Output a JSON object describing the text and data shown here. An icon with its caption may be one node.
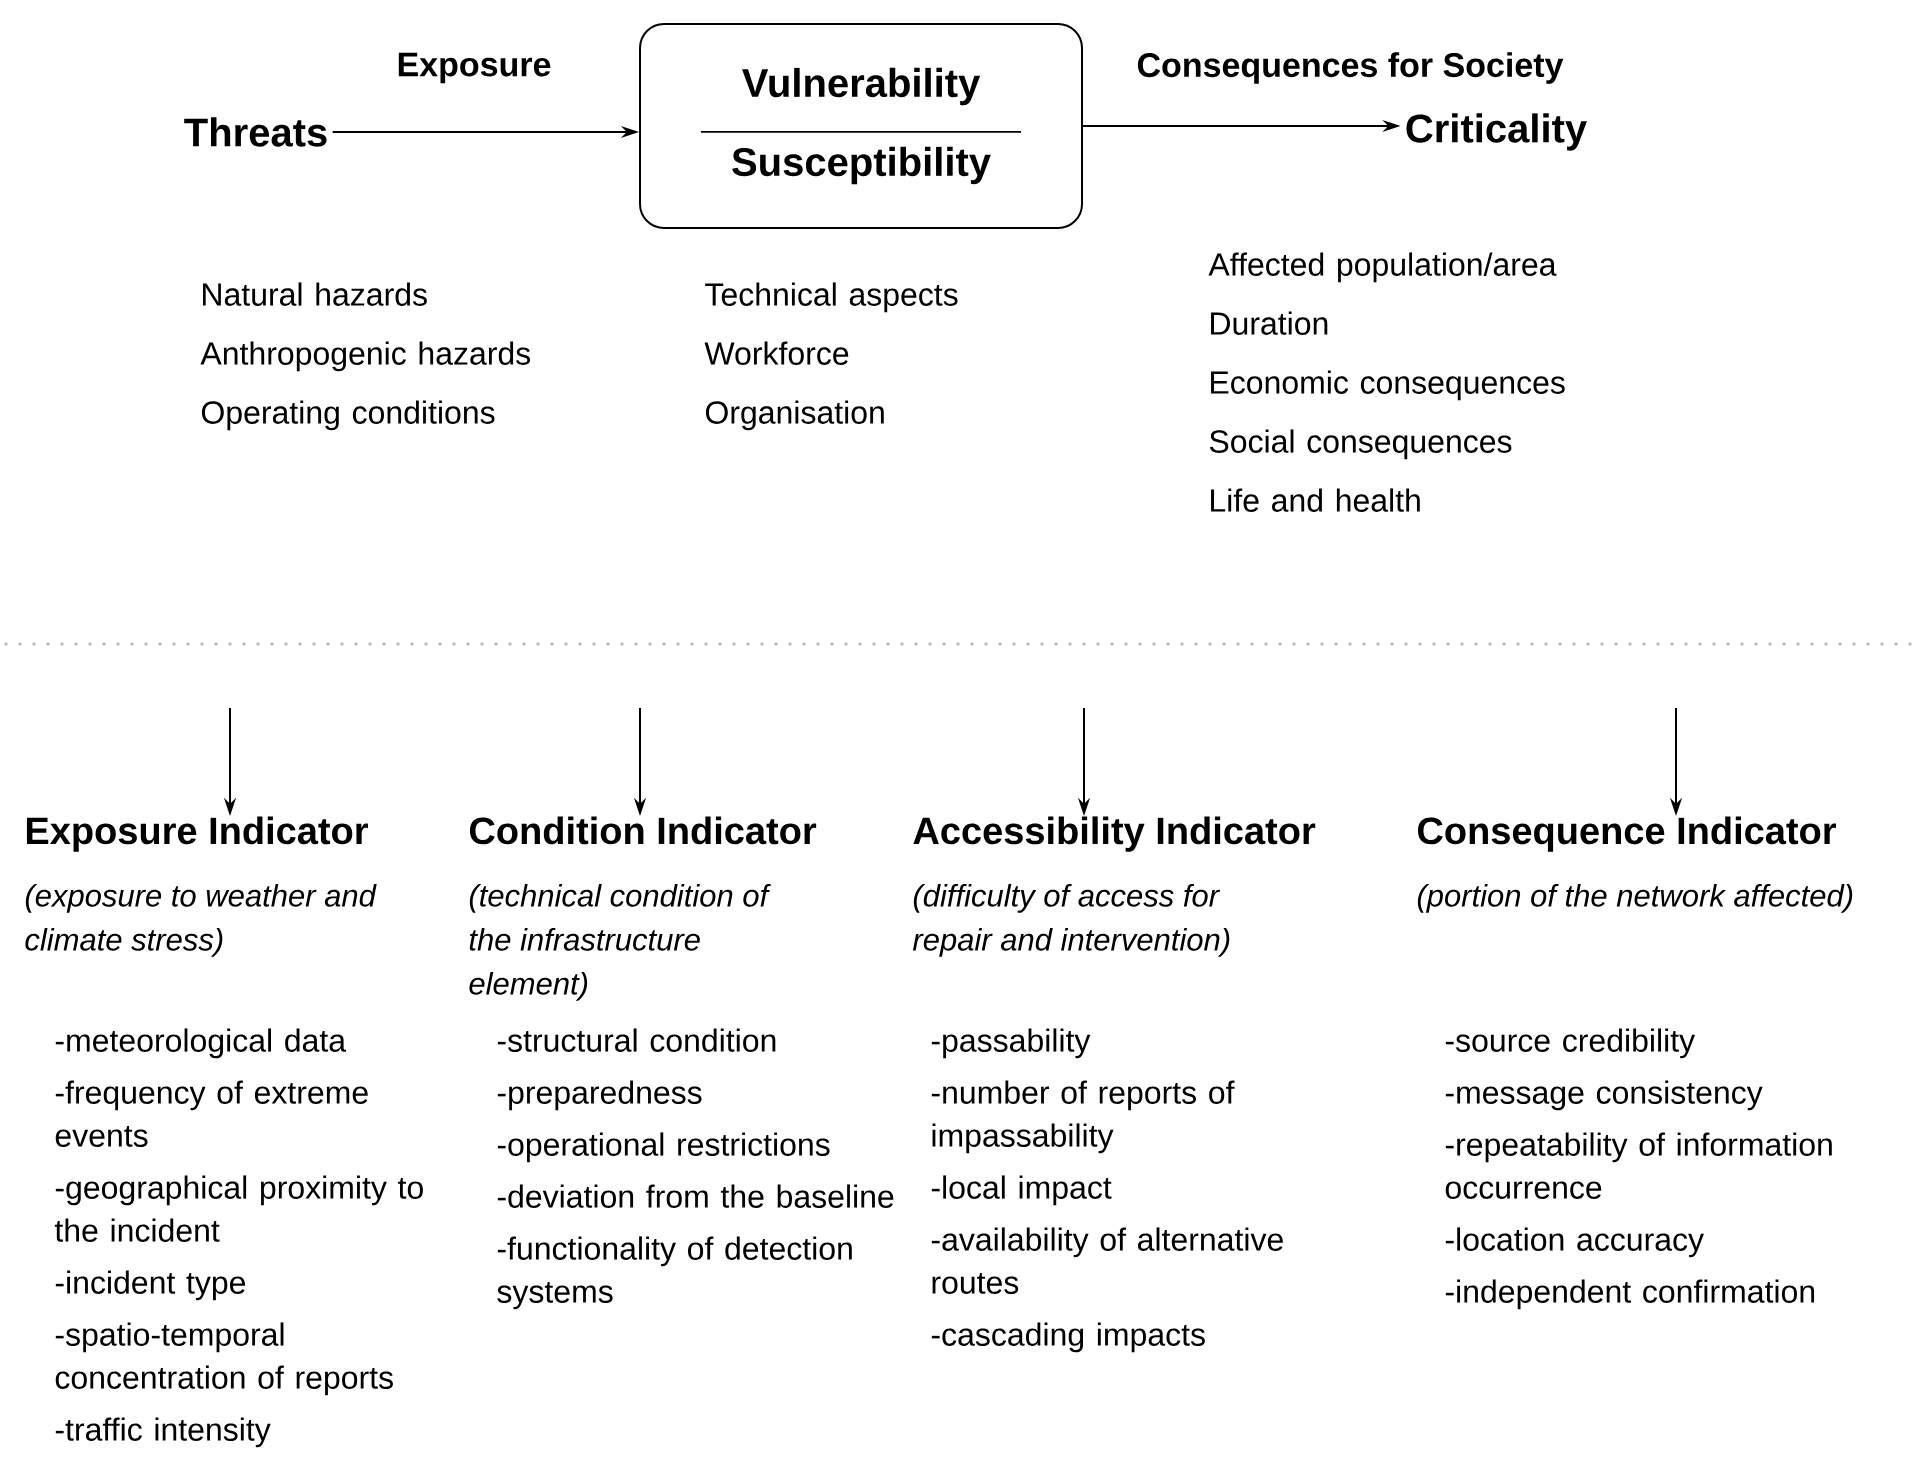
{
  "diagram": {
    "nodes": [
      {
        "text": [
          "Threats"
        ]
      },
      {
        "text": [
          "Vulnerability",
          "Susceptibility"
        ]
      },
      {
        "text": [
          "Criticality"
        ]
      },
      {
        "text": [
          "Exposure Indicator",
          "(exposure to weather and climate stress)"
        ]
      },
      {
        "text": [
          "Condition Indicator",
          "(technical condition of the infrastructure element)"
        ]
      },
      {
        "text": [
          "Accessibility Indicator",
          "(difficulty of access for repair and intervention)"
        ]
      },
      {
        "text": [
          "Consequence Indicator",
          "(portion of the network affected)"
        ]
      }
    ],
    "edges": [
      {
        "from": 0,
        "to": 1,
        "arrow": "to",
        "label": "Exposure"
      },
      {
        "from": 1,
        "to": 2,
        "arrow": "to",
        "label": "Consequences for Society"
      },
      {
        "from": null,
        "to": 3,
        "arrow": "to"
      },
      {
        "from": null,
        "to": 4,
        "arrow": "to"
      },
      {
        "from": null,
        "to": 5,
        "arrow": "to"
      },
      {
        "from": null,
        "to": 6,
        "arrow": "to"
      }
    ],
    "labels": [
      "Natural hazards",
      "Anthropogenic hazards",
      "Operating conditions",
      "Technical aspects",
      "Workforce",
      "Organisation",
      "Affected population/area",
      "Duration",
      "Economic consequences",
      "Social consequences",
      "Life and health",
      "-meteorological data",
      "-frequency of extreme events",
      "-geographical proximity to the incident",
      "-incident type",
      "-spatio-temporal concentration of reports",
      "-traffic intensity",
      "-structural condition",
      "-preparedness",
      "-operational restrictions",
      "-deviation from the baseline",
      "-functionality of detection systems",
      "-passability",
      "-number of reports of impassability",
      "-local impact",
      "-availability of alternative routes",
      "-cascading impacts",
      "-source credibility",
      "-message consistency",
      "-repeatability of information occurrence",
      "-location accuracy",
      "-independent confirmation"
    ]
  }
}
